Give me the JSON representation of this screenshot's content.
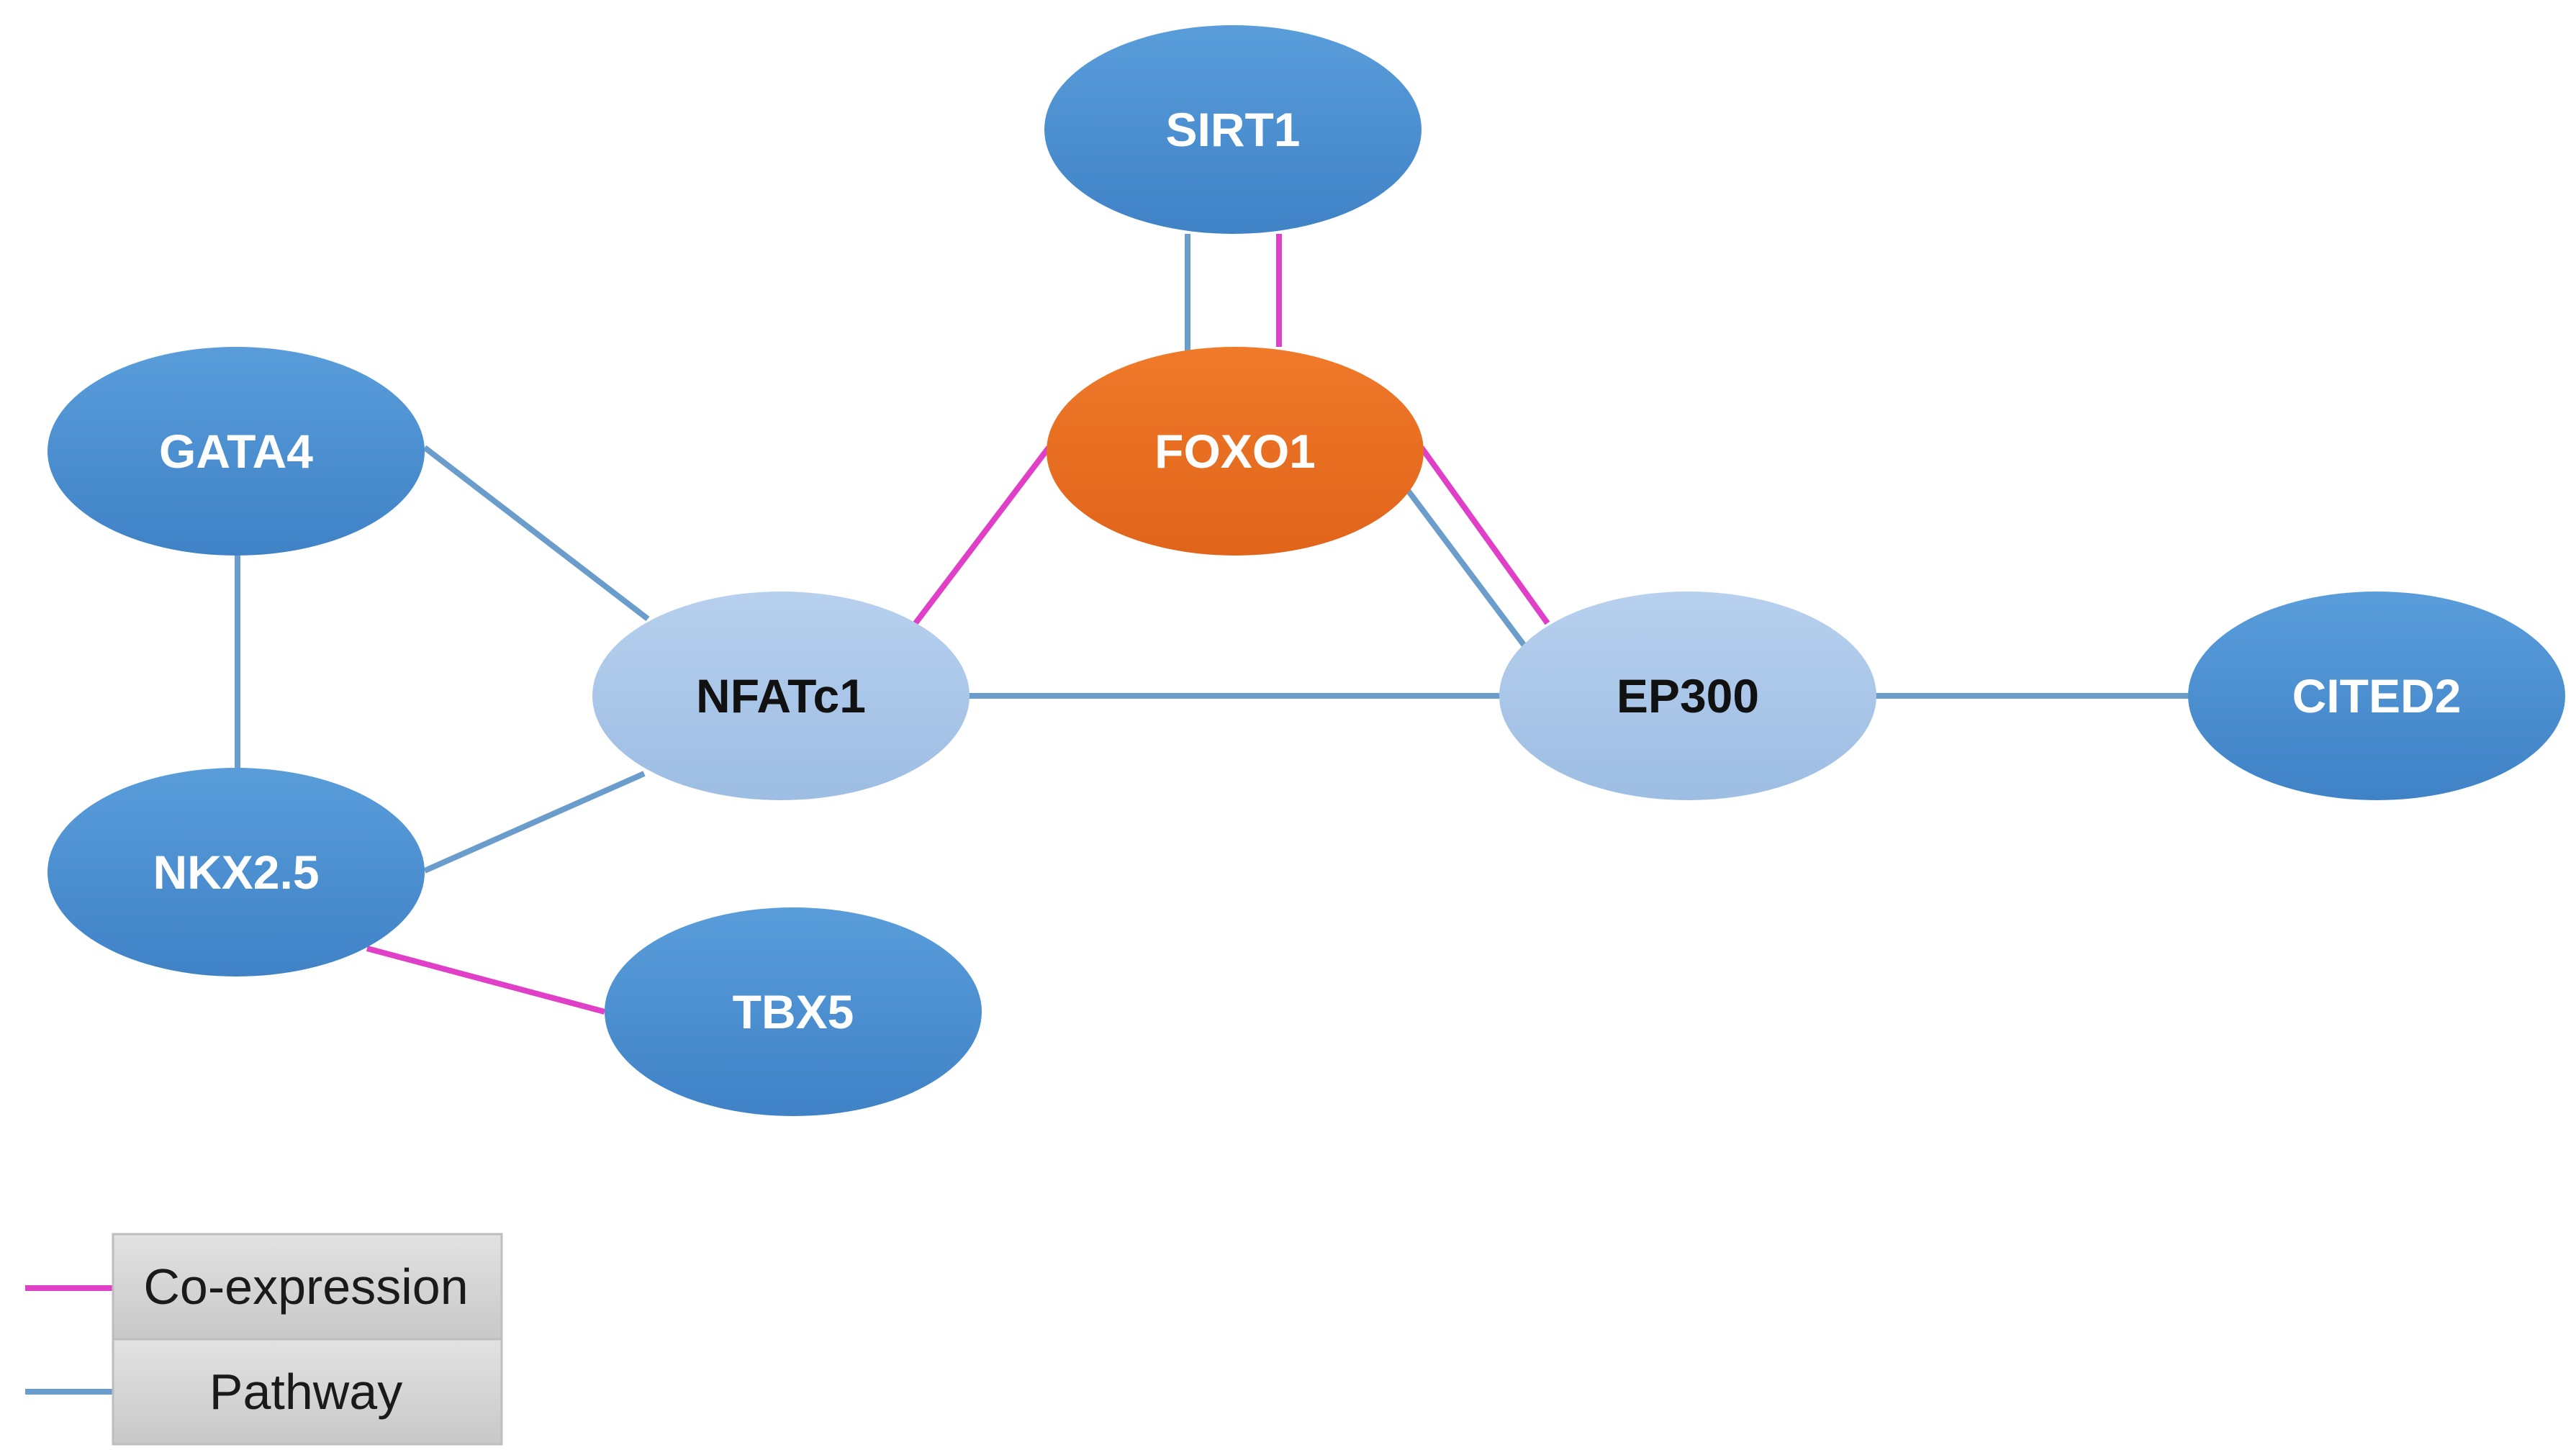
{
  "colors": {
    "co_expression": "#e040c8",
    "pathway": "#6a9ccc",
    "node_dark_blue": "#4a8fd1",
    "node_light_blue": "#a9c6e8",
    "node_orange": "#ec6f1e",
    "legend_box": "#d3d3d3"
  },
  "nodes": {
    "sirt1": "SIRT1",
    "foxo1": "FOXO1",
    "gata4": "GATA4",
    "nfatc1": "NFATc1",
    "ep300": "EP300",
    "cited2": "CITED2",
    "nkx25": "NKX2.5",
    "tbx5": "TBX5"
  },
  "edges": [
    {
      "from": "sirt1",
      "to": "foxo1",
      "type": "pathway"
    },
    {
      "from": "sirt1",
      "to": "foxo1",
      "type": "co_expression"
    },
    {
      "from": "foxo1",
      "to": "nfatc1",
      "type": "co_expression"
    },
    {
      "from": "foxo1",
      "to": "ep300",
      "type": "pathway"
    },
    {
      "from": "foxo1",
      "to": "ep300",
      "type": "co_expression"
    },
    {
      "from": "gata4",
      "to": "nfatc1",
      "type": "pathway"
    },
    {
      "from": "gata4",
      "to": "nkx25",
      "type": "pathway"
    },
    {
      "from": "nfatc1",
      "to": "ep300",
      "type": "pathway"
    },
    {
      "from": "nfatc1",
      "to": "nkx25",
      "type": "pathway"
    },
    {
      "from": "ep300",
      "to": "cited2",
      "type": "pathway"
    },
    {
      "from": "nkx25",
      "to": "tbx5",
      "type": "co_expression"
    }
  ],
  "legend": {
    "co_expression_label": "Co-expression",
    "pathway_label": "Pathway"
  }
}
